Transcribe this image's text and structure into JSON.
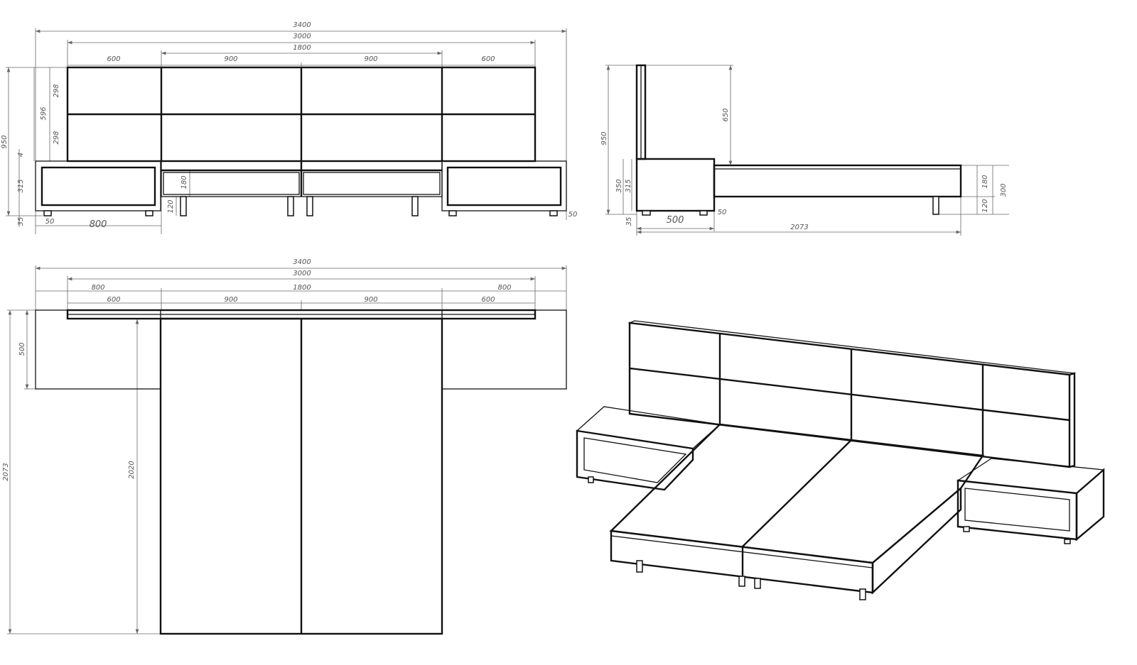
{
  "front": {
    "total_width": "3400",
    "headboard_width": "3000",
    "bed_width": "1800",
    "panel_left": "600",
    "panel_mid1": "900",
    "panel_mid2": "900",
    "panel_right": "600",
    "total_height": "950",
    "panel_height": "596",
    "panel_row_top": "298",
    "panel_row_bottom": "298",
    "gap": "4",
    "nightstand_height": "315",
    "frame_height": "180",
    "leg_height": "120",
    "foot_height": "35",
    "foot_inset": "50",
    "nightstand_width": "800",
    "foot_inset_right": "50"
  },
  "side": {
    "total_height": "950",
    "headboard_above": "650",
    "nightstand_total": "350",
    "nightstand_height": "315",
    "foot_height": "35",
    "nightstand_depth": "500",
    "foot_inset": "50",
    "bed_length": "2073",
    "frame_height": "180",
    "bed_height": "300",
    "leg_height": "120"
  },
  "top": {
    "total_width": "3400",
    "headboard_width": "3000",
    "nightstand_left": "800",
    "bed_width": "1800",
    "nightstand_right": "800",
    "panel_left": "600",
    "panel_mid1": "900",
    "panel_mid2": "900",
    "panel_right": "600",
    "nightstand_depth": "500",
    "total_length": "2073",
    "bed_length": "2020"
  }
}
